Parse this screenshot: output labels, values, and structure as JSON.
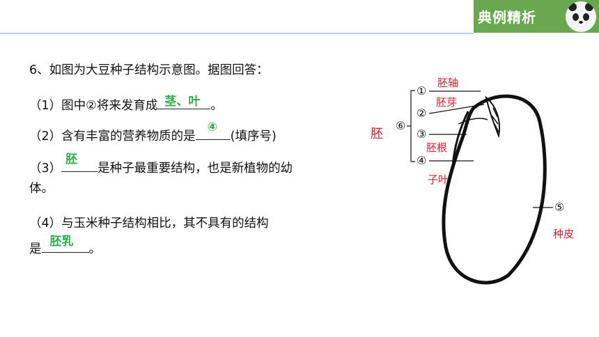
{
  "header": {
    "badge_label": "典例精析"
  },
  "question": {
    "title": "6、如图为大豆种子结构示意图。据图回答：",
    "q1_prefix": "（1）图中②将来发育成",
    "q1_answer": "茎、叶",
    "q1_suffix": "。",
    "q2_prefix": "（2）含有丰富的营养物质的是",
    "q2_answer": "④",
    "q2_suffix": "(填序号)",
    "q3_prefix": "（3）",
    "q3_answer": "胚",
    "q3_suffix": "是种子最重要结构，也是新植物的幼",
    "q3_line2": "体。",
    "q4_line1": "（4）与玉米种子结构相比，其不具有的结构",
    "q4_prefix": "是",
    "q4_answer": "胚乳",
    "q4_suffix": "。"
  },
  "diagram": {
    "markers": [
      "①",
      "②",
      "③",
      "④",
      "⑤",
      "⑥"
    ],
    "labels": {
      "axis": "胚轴",
      "bud": "胚芽",
      "root": "胚根",
      "cotyledon": "子叶",
      "embryo": "胚",
      "coat": "种皮"
    }
  }
}
